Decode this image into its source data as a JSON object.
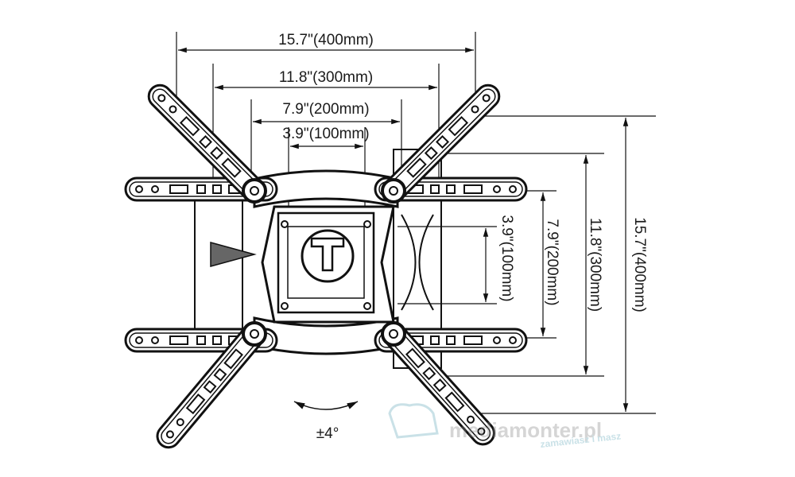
{
  "diagram": {
    "title": "TV wall mount VESA dimensions",
    "horizontal_dimensions": [
      {
        "label": "15.7\"(400mm)"
      },
      {
        "label": "11.8\"(300mm)"
      },
      {
        "label": "7.9\"(200mm)"
      },
      {
        "label": "3.9\"(100mm)"
      }
    ],
    "vertical_dimensions": [
      {
        "label": "3.9\"(100mm)"
      },
      {
        "label": "7.9\"(200mm)"
      },
      {
        "label": "11.8\"(300mm)"
      },
      {
        "label": "15.7\"(400mm)"
      }
    ],
    "tilt_label": "±4°",
    "watermark": {
      "brand": "mediamonter.pl",
      "tagline": "zamawiasz i masz"
    }
  }
}
